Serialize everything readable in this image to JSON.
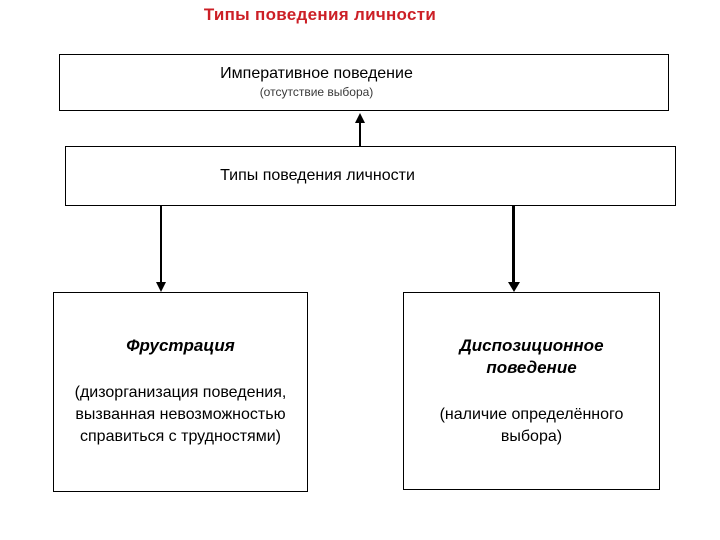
{
  "slide": {
    "title": "Типы поведения личности",
    "title_color": "#cc1f26"
  },
  "diagram": {
    "imperative_box": {
      "title": "Императивное поведение",
      "subtitle": "(отсутствие выбора)"
    },
    "types_box": {
      "title": "Типы поведения личности"
    },
    "frustration_box": {
      "title": "Фрустрация",
      "description": "(дизорганизация поведения, вызванная невозможностью справиться с трудностями)",
      "description_lines": [
        "(дизорганизация поведения,",
        "вызванная невозможностью",
        "справиться с трудностями)"
      ]
    },
    "dispositional_box": {
      "title": "Диспозиционное поведение",
      "title_lines": [
        "Диспозиционное",
        "поведение"
      ],
      "description": "(наличие определённого выбора)",
      "description_lines": [
        "(наличие определённого",
        "выбора)"
      ]
    },
    "arrows": [
      {
        "name": "types-to-imperative",
        "direction": "up"
      },
      {
        "name": "types-to-frustration",
        "direction": "down"
      },
      {
        "name": "types-to-dispositional",
        "direction": "down"
      }
    ]
  }
}
